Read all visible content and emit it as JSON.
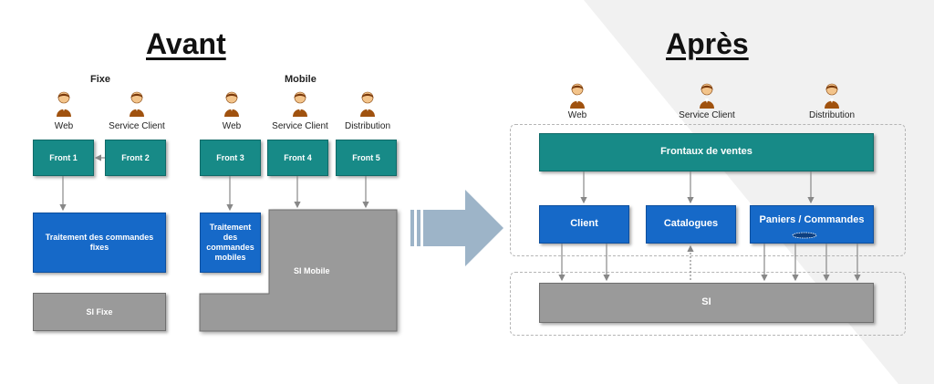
{
  "avant": {
    "title": "Avant",
    "fixe": {
      "label": "Fixe",
      "users": [
        "Web",
        "Service Client"
      ],
      "fronts": [
        "Front 1",
        "Front 2"
      ],
      "traitement": "Traitement des commandes fixes",
      "si": "SI Fixe"
    },
    "mobile": {
      "label": "Mobile",
      "users": [
        "Web",
        "Service Client",
        "Distribution"
      ],
      "fronts": [
        "Front 3",
        "Front 4",
        "Front 5"
      ],
      "traitement": "Traitement des commandes mobiles",
      "si": "SI Mobile"
    }
  },
  "apres": {
    "title": "Après",
    "users": [
      "Web",
      "Service Client",
      "Distribution"
    ],
    "frontaux": "Frontaux de ventes",
    "services": [
      "Client",
      "Catalogues",
      "Paniers / Commandes"
    ],
    "si": "SI"
  },
  "colors": {
    "teal": "#178a87",
    "blue": "#1669c8",
    "gray": "#9a9a9a",
    "arrow": "#9db4c8"
  }
}
